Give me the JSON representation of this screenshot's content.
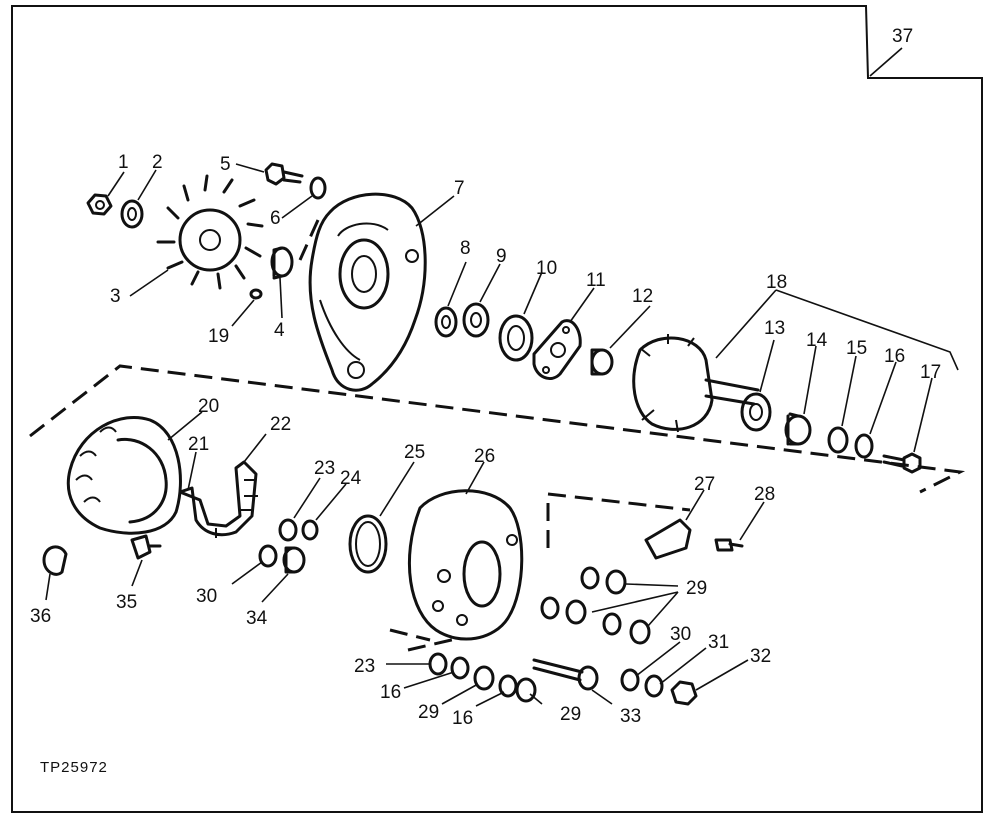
{
  "figure_ref": "TP25972",
  "callouts": [
    "1",
    "2",
    "3",
    "4",
    "5",
    "6",
    "7",
    "8",
    "9",
    "10",
    "11",
    "12",
    "13",
    "14",
    "15",
    "16",
    "17",
    "18",
    "19",
    "20",
    "21",
    "22",
    "23",
    "24",
    "25",
    "26",
    "27",
    "28",
    "29",
    "30",
    "31",
    "32",
    "33",
    "34",
    "35",
    "36",
    "37"
  ],
  "repeat_labels": {
    "29": "29",
    "16": "16",
    "23": "23",
    "30": "30"
  }
}
